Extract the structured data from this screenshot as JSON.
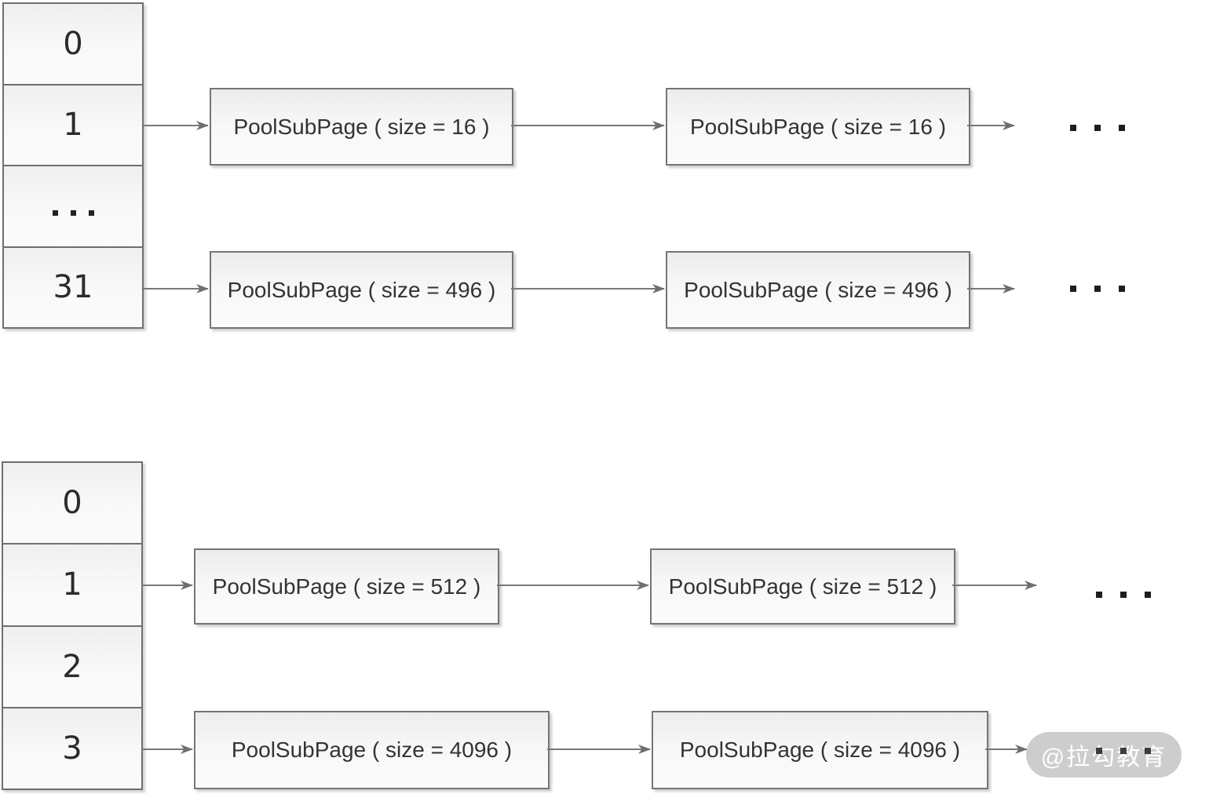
{
  "diagram": {
    "top_array": {
      "cells": [
        "0",
        "1",
        "...",
        "31"
      ]
    },
    "bottom_array": {
      "cells": [
        "0",
        "1",
        "2",
        "3"
      ]
    },
    "nodes": {
      "row16_a": "PoolSubPage ( size = 16 )",
      "row16_b": "PoolSubPage ( size = 16 )",
      "row496_a": "PoolSubPage ( size = 496 )",
      "row496_b": "PoolSubPage ( size = 496 )",
      "row512_a": "PoolSubPage ( size = 512 )",
      "row512_b": "PoolSubPage ( size = 512 )",
      "row4096_a": "PoolSubPage ( size = 4096 )",
      "row4096_b": "PoolSubPage ( size = 4096 )"
    },
    "ellipsis": "...",
    "watermark": "@拉勾教育",
    "colors": {
      "border": "#6f6f6f",
      "arrow": "#6e6e6e",
      "node_text": "#333333",
      "watermark_bg": "#c9c9c9",
      "watermark_text": "#ffffff"
    }
  }
}
